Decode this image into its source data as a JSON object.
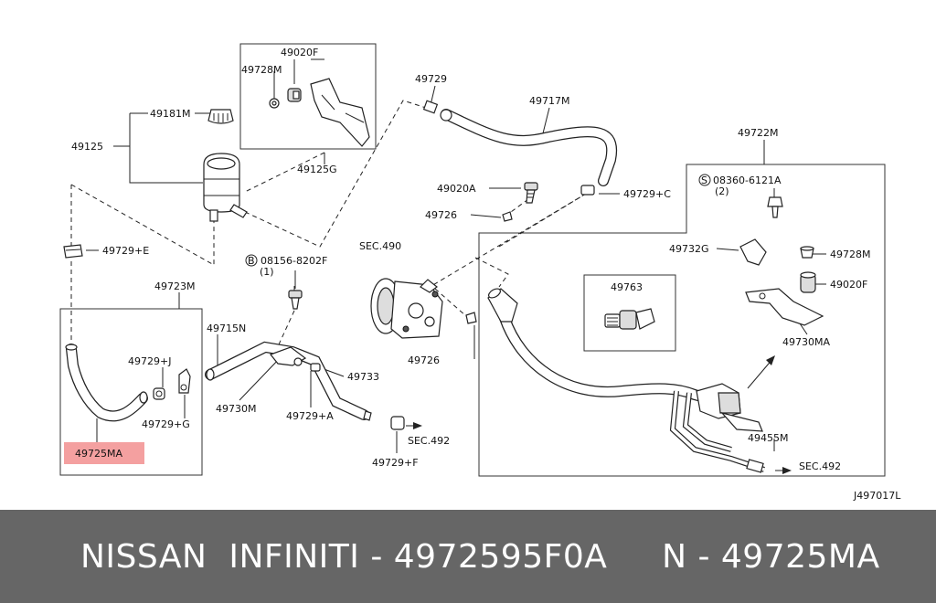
{
  "diagram": {
    "ref_code": "J497017L",
    "highlight_color": "#f4a0a0",
    "labels": {
      "p49020F_top": "49020F",
      "p49728M_top": "49728M",
      "p49181M": "49181M",
      "p49125": "49125",
      "p49125G": "49125G",
      "p49729_top": "49729",
      "p49717M": "49717M",
      "p49722M": "49722M",
      "s08360": "08360-6121A",
      "s08360_qty": "(2)",
      "p49020A": "49020A",
      "p49729C": "49729+C",
      "p49726_top": "49726",
      "sec490": "SEC.490",
      "p49729E": "49729+E",
      "b08156": "08156-8202F",
      "b08156_qty": "(1)",
      "p49732G": "49732G",
      "p49728M_right": "49728M",
      "p49723M": "49723M",
      "p49715N": "49715N",
      "p49763": "49763",
      "p49020F_right": "49020F",
      "p49730MA": "49730MA",
      "p49729J": "49729+J",
      "p49733": "49733",
      "p49726_bottom": "49726",
      "p49730M": "49730M",
      "p49729G": "49729+G",
      "p49729A": "49729+A",
      "sec492_left": "SEC.492",
      "p49455M": "49455M",
      "p49725MA": "49725MA",
      "p49729F": "49729+F",
      "sec492_right": "SEC.492"
    },
    "circle_marks": {
      "s": "S",
      "b": "B"
    }
  },
  "footer": {
    "brand": "NISSAN  INFINITI",
    "part_number": "4972595F0A",
    "sep": " - ",
    "n_label": "N",
    "n_value": "49725MA"
  }
}
